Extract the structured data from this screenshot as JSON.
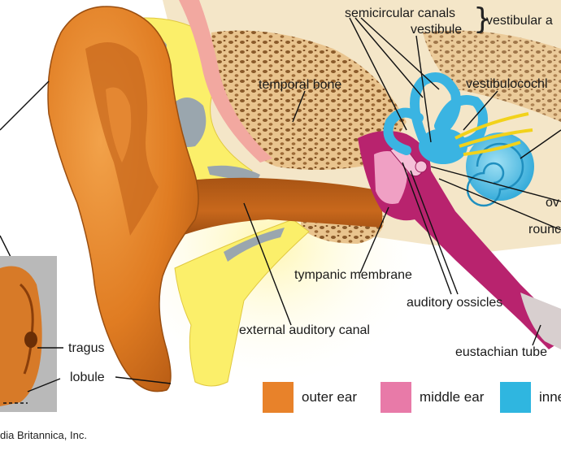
{
  "labels": {
    "semicircular_canals": "semicircular canals",
    "vestibule": "vestibule",
    "vestibular_apparatus": "vestibular a",
    "temporal_bone": "temporal bone",
    "vestibulocochlear": "vestibulocochl",
    "tympanic_membrane": "tympanic membrane",
    "auditory_ossicles": "auditory ossicles",
    "external_auditory_canal": "external auditory canal",
    "eustachian_tube": "eustachian tube",
    "oval": "ov",
    "round": "rounc",
    "tragus": "tragus",
    "lobule": "lobule"
  },
  "legend": [
    {
      "label": "outer ear",
      "color": "#e8822a"
    },
    {
      "label": "middle ear",
      "color": "#e87aa8"
    },
    {
      "label": "inne",
      "color": "#2fb6e0"
    }
  ],
  "credit": "dia Britannica, Inc."
}
